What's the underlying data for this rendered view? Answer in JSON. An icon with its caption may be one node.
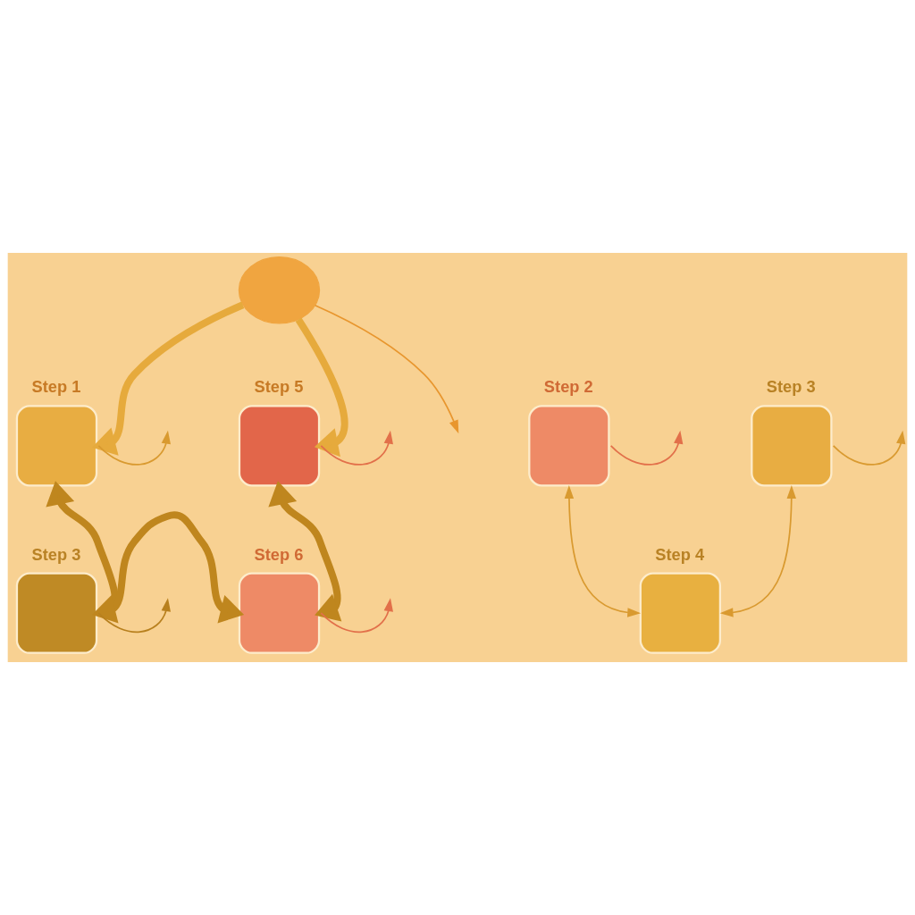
{
  "diagram": {
    "nodes": [
      {
        "text": [],
        "shape": "brain"
      },
      {
        "text": [
          "Step 1"
        ]
      },
      {
        "text": [
          "Step 5"
        ]
      },
      {
        "text": [
          "Step 2"
        ]
      },
      {
        "text": [
          "Step 3"
        ]
      },
      {
        "text": [
          "Step 4"
        ]
      },
      {
        "text": [
          "Step 3"
        ]
      },
      {
        "text": [
          "Step 6"
        ]
      }
    ],
    "edges": [
      {
        "from": 0,
        "to": null,
        "arrow": "to",
        "color": "#e8962e"
      },
      {
        "from": 0,
        "to": 1,
        "arrow": "to",
        "style": "thick",
        "color": "#e6aa3c"
      },
      {
        "from": 0,
        "to": 2,
        "arrow": "to",
        "style": "thick",
        "color": "#e6aa3c"
      },
      {
        "from": 1,
        "to": null,
        "arrow": "to"
      },
      {
        "from": 2,
        "to": null,
        "arrow": "to",
        "color": "#e2704a"
      },
      {
        "from": 3,
        "to": null,
        "arrow": "to",
        "color": "#e2704a"
      },
      {
        "from": 4,
        "to": null,
        "arrow": "to"
      },
      {
        "from": 3,
        "to": 5,
        "arrow": "both"
      },
      {
        "from": 4,
        "to": 5,
        "arrow": "both"
      },
      {
        "from": 6,
        "to": null,
        "arrow": "to",
        "color": "#b8801e"
      },
      {
        "from": 7,
        "to": null,
        "arrow": "to",
        "color": "#e2704a"
      },
      {
        "from": 6,
        "to": 1,
        "arrow": "to",
        "style": "thick",
        "color": "#bf861e"
      },
      {
        "from": 2,
        "to": 7,
        "arrow": "both",
        "style": "thick",
        "color": "#bf861e"
      },
      {
        "from": 6,
        "to": 7,
        "arrow": "both",
        "style": "thick",
        "color": "#bf861e"
      }
    ]
  }
}
